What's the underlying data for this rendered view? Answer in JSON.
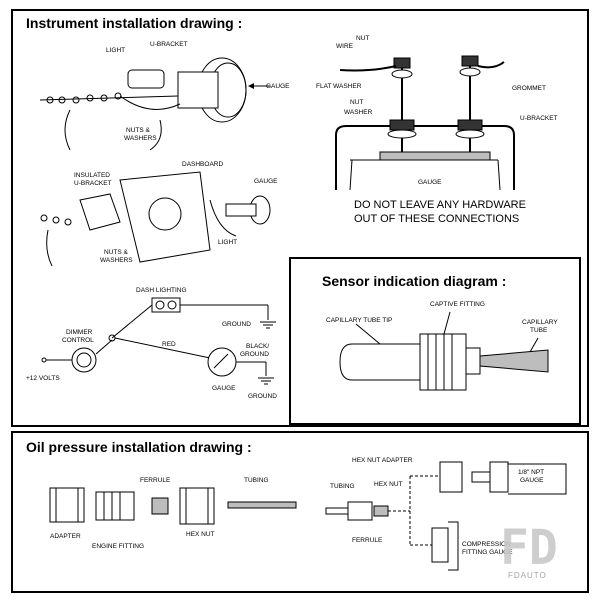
{
  "panels": {
    "instrument": {
      "title": "Instrument installation drawing :",
      "labels": {
        "light": "LIGHT",
        "u_bracket": "U-BRACKET",
        "gauge": "GAUGE",
        "nuts_washers": "NUTS &",
        "nuts_washers_2": "WASHERS",
        "insulated": "INSULATED",
        "insulated_2": "U-BRACKET",
        "dashboard": "DASHBOARD",
        "gauge2": "GAUGE",
        "light2": "LIGHT",
        "nuts_washers_b": "NUTS &",
        "nuts_washers_b2": "WASHERS",
        "dash_lighting": "DASH LIGHTING",
        "dimmer": "DIMMER",
        "control": "CONTROL",
        "ground1": "GROUND",
        "red": "RED",
        "black_ground": "BLACK/",
        "black_ground_2": "GROUND",
        "plus12": "+12 VOLTS",
        "gauge3": "GAUGE",
        "ground2": "GROUND"
      }
    },
    "connections": {
      "nut": "NUT",
      "wire": "WIRE",
      "flat_washer": "FLAT WASHER",
      "nut2": "NUT",
      "washer": "WASHER",
      "grommet": "GROMMET",
      "u_bracket": "U-BRACKET",
      "gauge": "GAUGE",
      "warning_1": "DO NOT LEAVE ANY HARDWARE",
      "warning_2": "OUT OF THESE CONNECTIONS"
    },
    "sensor": {
      "title": "Sensor indication diagram :",
      "capillary_tip": "CAPILLARY TUBE TIP",
      "captive": "CAPTIVE FITTING",
      "capillary": "CAPILLARY",
      "tube": "TUBE"
    },
    "oil": {
      "title": "Oil pressure installation drawing :",
      "ferrule": "FERRULE",
      "tubing": "TUBING",
      "adapter": "ADAPTER",
      "engine_fitting": "ENGINE FITTING",
      "hex_nut": "HEX NUT",
      "hex_nut_adapter": "HEX NUT ADAPTER",
      "tubing2": "TUBING",
      "hex_nut2": "HEX NUT",
      "npt_1": "1/8\" NPT",
      "npt_2": "GAUGE",
      "ferrule2": "FERRULE",
      "compression_1": "COMPRESSION",
      "compression_2": "FITTING GAUGE"
    }
  },
  "watermark": {
    "logo": "FD",
    "text": "FDAUTO"
  }
}
